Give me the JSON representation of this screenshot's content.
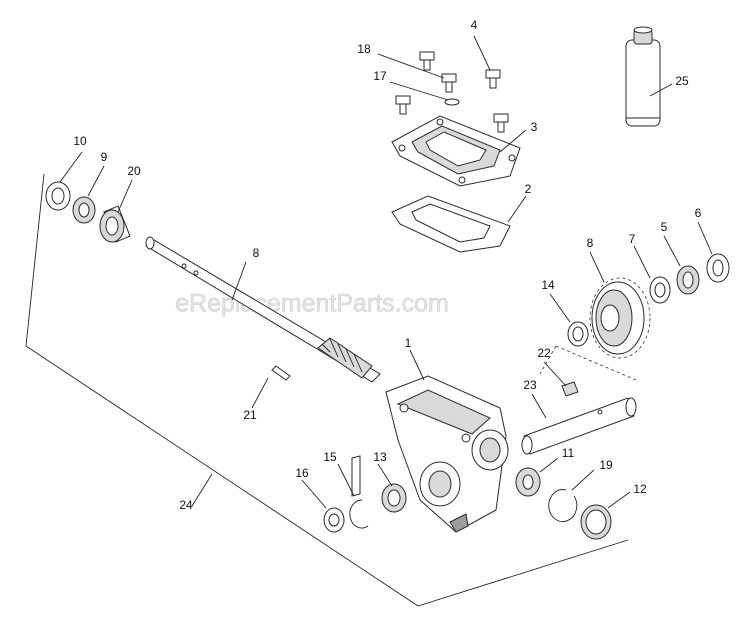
{
  "watermark": "eReplacementParts.com",
  "callouts": {
    "c1": "1",
    "c2": "2",
    "c3": "3",
    "c4": "4",
    "c5": "5",
    "c6": "6",
    "c7": "7",
    "c8a": "8",
    "c8b": "8",
    "c9": "9",
    "c10": "10",
    "c11": "11",
    "c12": "12",
    "c13": "13",
    "c14": "14",
    "c15": "15",
    "c16": "16",
    "c17": "17",
    "c18": "18",
    "c19": "19",
    "c20": "20",
    "c21": "21",
    "c22": "22",
    "c23": "23",
    "c24": "24",
    "c25": "25"
  }
}
